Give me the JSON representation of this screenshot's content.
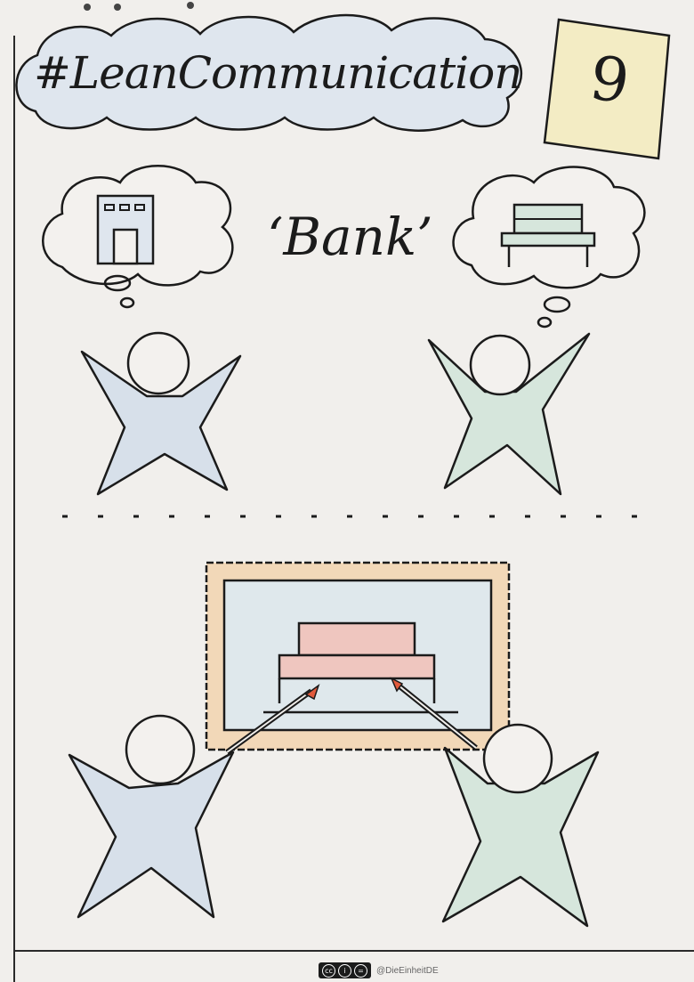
{
  "header": {
    "title": "#LeanCommunication",
    "page_number": "9"
  },
  "center_word": "‘Bank’",
  "footer": {
    "license_marks": [
      "cc",
      "by",
      "nd"
    ],
    "credit": "@DieEinheitDE"
  },
  "colors": {
    "paper": "#f1efec",
    "ink": "#1b1b1b",
    "blue_wash": "#d7e0ea",
    "green_wash": "#d6e6dc",
    "yellow_note": "#f3ecc4",
    "pink_bed": "#efc6bf",
    "orange_frame": "#f2d8b8",
    "laser_red": "#e15a3c"
  },
  "icons": {
    "left_thought": "building-icon",
    "right_thought": "bench-icon",
    "picture": "bed-icon"
  }
}
